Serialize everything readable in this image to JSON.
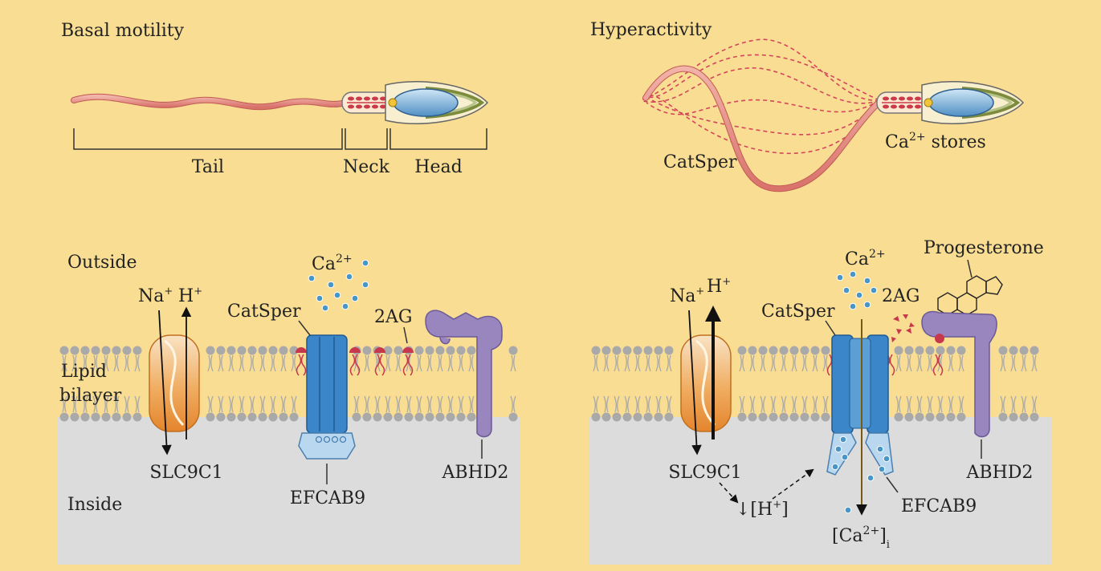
{
  "top_left": {
    "title": "Basal motility",
    "tail": "Tail",
    "neck": "Neck",
    "head": "Head"
  },
  "top_right": {
    "title": "Hyperactivity",
    "catsper": "CatSper",
    "ca_prefix": "Ca",
    "ca_sup": "2+",
    "stores": " stores"
  },
  "bottom_left": {
    "outside": "Outside",
    "inside": "Inside",
    "lipid1": "Lipid",
    "lipid2": "bilayer",
    "na": "Na",
    "h": "H",
    "plus": "+",
    "ca": "Ca",
    "ca_sup": "2+",
    "catsper": "CatSper",
    "twoag": "2AG",
    "slc": "SLC9C1",
    "efcab": "EFCAB9",
    "abhd": "ABHD2"
  },
  "bottom_right": {
    "progesterone": "Progesterone",
    "na": "Na",
    "h": "H",
    "plus": "+",
    "ca": "Ca",
    "ca_sup": "2+",
    "twoag": "2AG",
    "catsper": "CatSper",
    "slc": "SLC9C1",
    "efcab": "EFCAB9",
    "abhd": "ABHD2",
    "h_down_prefix": "↓[H",
    "h_down_suffix": "]",
    "cai_open": "[Ca",
    "cai_close": "]",
    "cai_sub": "i"
  },
  "colors": {
    "background": "#f8dd93",
    "inside_gray": "#dcdcdc",
    "lipid_head": "#a9a9a9",
    "catsper_blue": "#3b86c8",
    "efcab_light": "#b9d8ef",
    "abhd_purple": "#9a86bf",
    "slc_orange": "#ea9b48",
    "lipid_red": "#c8384d",
    "tail_pink": "#e3867e",
    "calcium_dot": "#4a95c8"
  }
}
